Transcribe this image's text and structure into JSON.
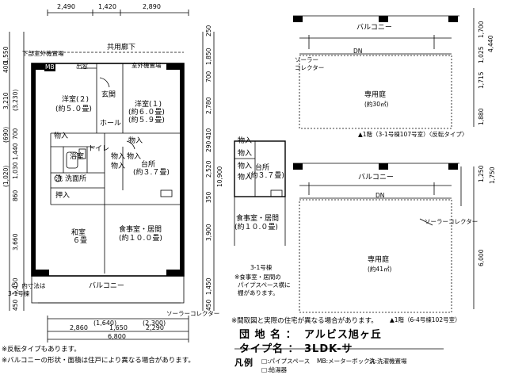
{
  "plan": {
    "top_dims": [
      "2,490",
      "1,420",
      "2,890"
    ],
    "bottom_dims_a": [
      "(1,640)",
      "(2,300)"
    ],
    "bottom_dims_b": [
      "2,860",
      "1,650",
      "2,290"
    ],
    "total_width": "6,800",
    "left_dims": [
      "1,550",
      "400",
      "3,210",
      "(3,230)",
      "(690)",
      "700",
      "1,440",
      "1,030",
      "(1,020)",
      "860",
      "3,660",
      "1,450",
      "450"
    ],
    "mid_dims": [
      "250",
      "1,850",
      "700",
      "2,780",
      "410",
      "290",
      "2,520",
      "10,900",
      "350",
      "3,900",
      "1,450",
      "450"
    ],
    "corridor": "共用廊下",
    "outdoor_storage_lower": "下部室外機置場",
    "outdoor_storage": "室外機置場",
    "mb": "MB",
    "window_label": "出窓",
    "entrance": "玄関",
    "hall": "ホール",
    "room_western2": "洋室(２)",
    "room_western2_size": "(約５.０畳)",
    "room_western1": "洋室(１)",
    "room_western1_size": "(約６.０畳)",
    "room_western1_size2": "(約５.９畳)",
    "closet": "物入",
    "bath": "浴室",
    "toilet": "トイレ",
    "washroom": "洗面所",
    "wash": "洗",
    "oshiire": "押入",
    "kitchen": "台所",
    "kitchen_size": "(約３.７畳)",
    "japanese": "和室",
    "japanese_size": "６畳",
    "dining": "食事室・居間",
    "dining_size": "(約１０.０畳)",
    "balcony": "バルコニー",
    "solar": "ソーラーコレクター",
    "inner_note": "〈 〉内寸法は",
    "inner_note2": "3-1号棟"
  },
  "variant": {
    "closet": "物入",
    "kitchen": "台所",
    "kitchen_size": "(約３.７畳)",
    "dining": "食事室・居間",
    "dining_size": "(約１０.０畳)",
    "label": "3-1号棟",
    "note": "※食事室・居間の",
    "note2": "パイプスペース横に",
    "note3": "棚があります。"
  },
  "garden1": {
    "balcony": "バルコニー",
    "dn": "DN",
    "solar": "ソーラー",
    "solar2": "コレクター",
    "garden": "専用庭",
    "garden_size": "(約30㎡)",
    "caption": "▲1階（3-1号棟107号室）〈反転タイプ〉",
    "dims": [
      "1,700",
      "1,025",
      "4,440",
      "1,715",
      "1,880"
    ]
  },
  "garden2": {
    "balcony": "バルコニー",
    "dn": "DN",
    "solar": "ソーラーコレクター",
    "garden": "専用庭",
    "garden_size": "(約41㎡)",
    "caption": "▲1階（6-4号棟102号室）",
    "dims": [
      "1,250",
      "1,750",
      "6,000"
    ]
  },
  "notes": {
    "drawing_diff": "※間取図と実際の住宅が異なる場合があります。",
    "reverse": "※反転タイプもあります。",
    "balcony_shape": "※バルコニーの形状・面積は住戸により異なる場合があります。"
  },
  "info": {
    "complex_label": "団 地 名 ：",
    "complex_name": "アルビス旭ヶ丘",
    "type_label": "タイプ名 ：",
    "type_name": "3LDK-サ",
    "legend_label": "凡例",
    "legend_ps": "□:パイプスペース",
    "legend_mb": "MB:メーターボックス",
    "legend_wash": "洗:洗濯機置場",
    "legend_heater": "□:給湯器"
  }
}
